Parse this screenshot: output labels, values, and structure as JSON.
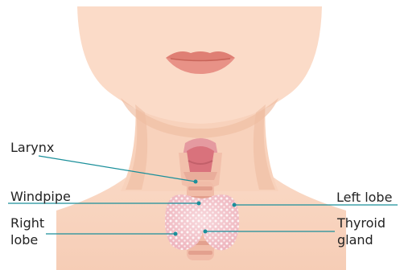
{
  "labels": {
    "larynx": "Larynx",
    "windpipe": "Windpipe",
    "right_lobe_1": "Right",
    "right_lobe_2": "lobe",
    "left_lobe": "Left lobe",
    "thyroid_1": "Thyroid",
    "thyroid_2": "gland"
  },
  "colors": {
    "skin": "#f9d7c2",
    "skin_shadow": "#e9b498",
    "lips": "#e38478",
    "thyroid": "#f4c9cf",
    "thyroid_dots": "#ffffff",
    "larynx": "#de7a83",
    "cartilage": "#f1bba8",
    "leader_line": "#1a8f9a"
  }
}
